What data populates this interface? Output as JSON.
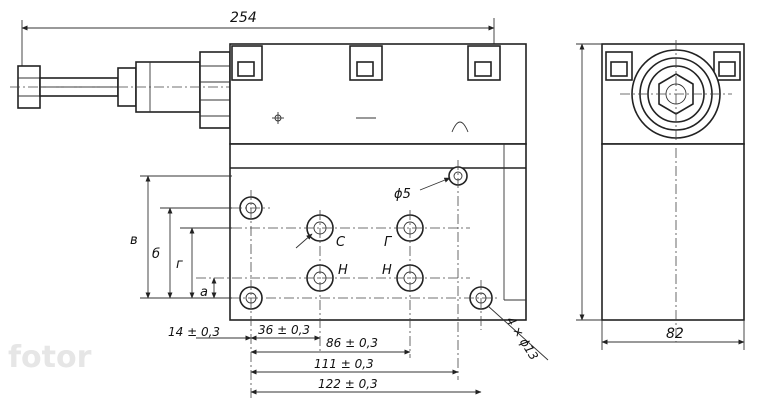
{
  "drawing": {
    "overall_length": "254",
    "side_width": "82",
    "dims": {
      "d14": "14 ± 0,3",
      "d36": "36 ± 0,3",
      "d86": "86 ± 0,3",
      "d111": "111 ± 0,3",
      "d122": "122 ± 0,3",
      "holes": "4 × ϕ13",
      "phi5": "ϕ5",
      "v_a": "а",
      "v_b": "б",
      "v_v": "в",
      "v_g": "г"
    },
    "ports": {
      "c": "С",
      "g": "Г",
      "n1": "Н",
      "n2": "Н"
    }
  },
  "watermark": "fotor"
}
